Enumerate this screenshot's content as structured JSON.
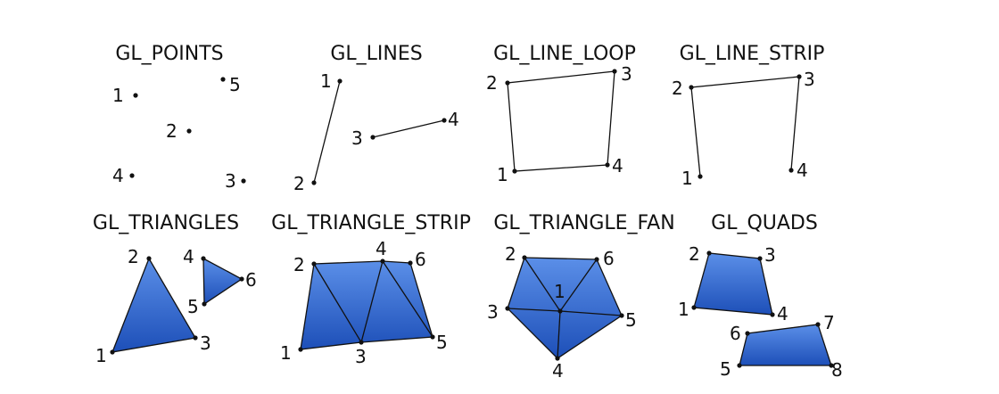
{
  "panels": [
    {
      "id": "points",
      "title": "GL_POINTS",
      "labels": [
        "1",
        "2",
        "3",
        "4",
        "5"
      ]
    },
    {
      "id": "lines",
      "title": "GL_LINES",
      "labels": [
        "1",
        "2",
        "3",
        "4"
      ]
    },
    {
      "id": "line_loop",
      "title": "GL_LINE_LOOP",
      "labels": [
        "1",
        "2",
        "3",
        "4"
      ]
    },
    {
      "id": "line_strip",
      "title": "GL_LINE_STRIP",
      "labels": [
        "1",
        "2",
        "3",
        "4"
      ]
    },
    {
      "id": "triangles",
      "title": "GL_TRIANGLES",
      "labels": [
        "1",
        "2",
        "3",
        "4",
        "5",
        "6"
      ]
    },
    {
      "id": "triangle_strip",
      "title": "GL_TRIANGLE_STRIP",
      "labels": [
        "1",
        "2",
        "3",
        "4",
        "5",
        "6"
      ]
    },
    {
      "id": "triangle_fan",
      "title": "GL_TRIANGLE_FAN",
      "labels": [
        "1",
        "2",
        "3",
        "4",
        "5",
        "6"
      ]
    },
    {
      "id": "quads",
      "title": "GL_QUADS",
      "labels": [
        "1",
        "2",
        "3",
        "4",
        "5",
        "6",
        "7",
        "8"
      ]
    }
  ],
  "colors": {
    "fill_light": "#5b8fe8",
    "fill_dark": "#1d4fb8",
    "stroke": "#111111"
  }
}
